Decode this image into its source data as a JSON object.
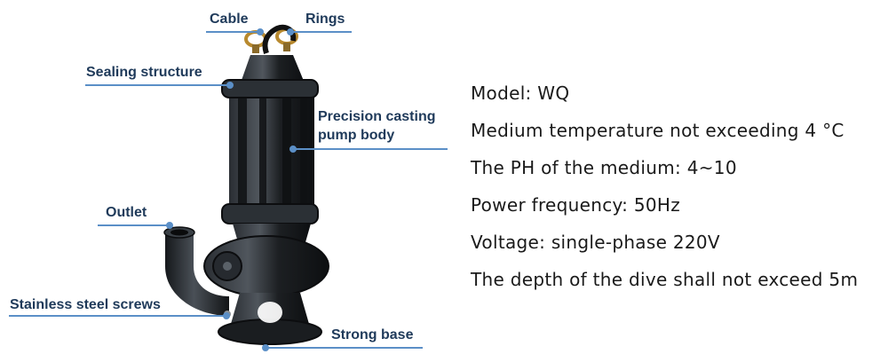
{
  "callouts": {
    "cable": "Cable",
    "rings": "Rings",
    "sealing": "Sealing structure",
    "precision_line1": "Precision casting",
    "precision_line2": "pump body",
    "outlet": "Outlet",
    "screws": "Stainless steel screws",
    "base": "Strong base"
  },
  "specs": [
    "Model: WQ",
    "Medium temperature not exceeding 4 °C",
    "The PH of the medium: 4~10",
    "Power frequency: 50Hz",
    "Voltage: single-phase 220V",
    "The depth of the dive shall not exceed 5m"
  ],
  "colors": {
    "label_text": "#1f3a5a",
    "leader_line": "#5b8fc7",
    "pump_body": "#1c1f22",
    "spec_text": "#1a1a1a"
  }
}
